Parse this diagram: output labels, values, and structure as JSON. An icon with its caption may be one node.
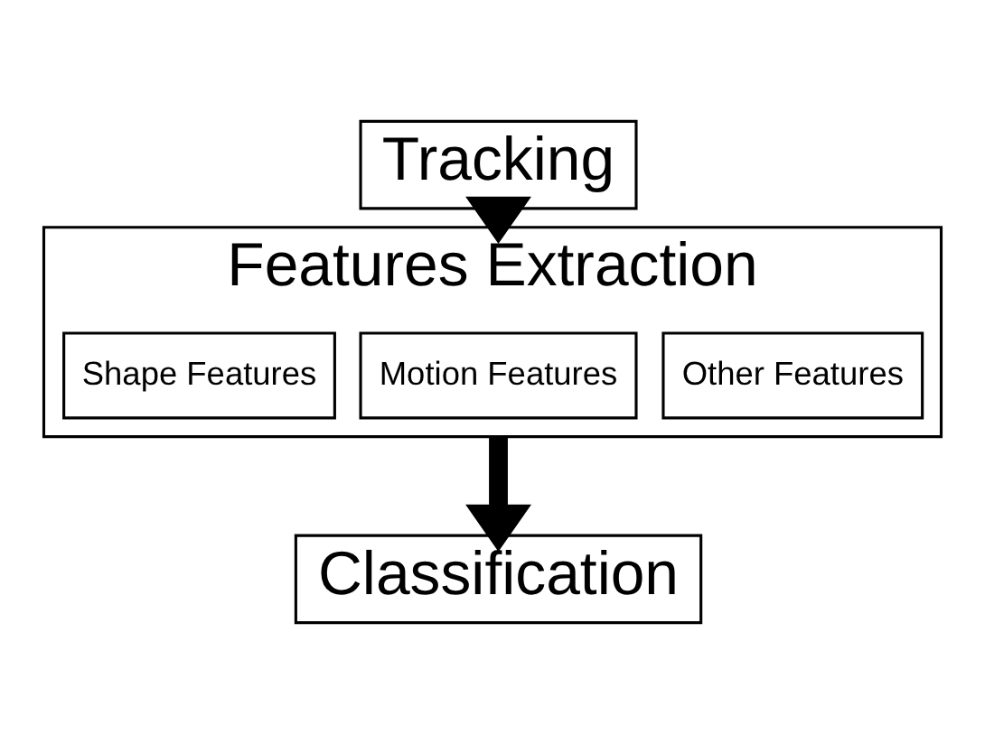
{
  "diagram": {
    "nodes": [
      {
        "text": [
          "Tracking"
        ]
      },
      {
        "text": [
          "Features Extraction"
        ]
      },
      {
        "text": [
          "Shape Features"
        ],
        "in": 1
      },
      {
        "text": [
          "Motion Features"
        ],
        "in": 1
      },
      {
        "text": [
          "Other Features"
        ],
        "in": 1
      },
      {
        "text": [
          "Classification"
        ]
      }
    ],
    "edges": [
      {
        "from": 0,
        "to": 1,
        "arrow": "to"
      },
      {
        "from": 1,
        "to": 5,
        "arrow": "to"
      }
    ]
  }
}
